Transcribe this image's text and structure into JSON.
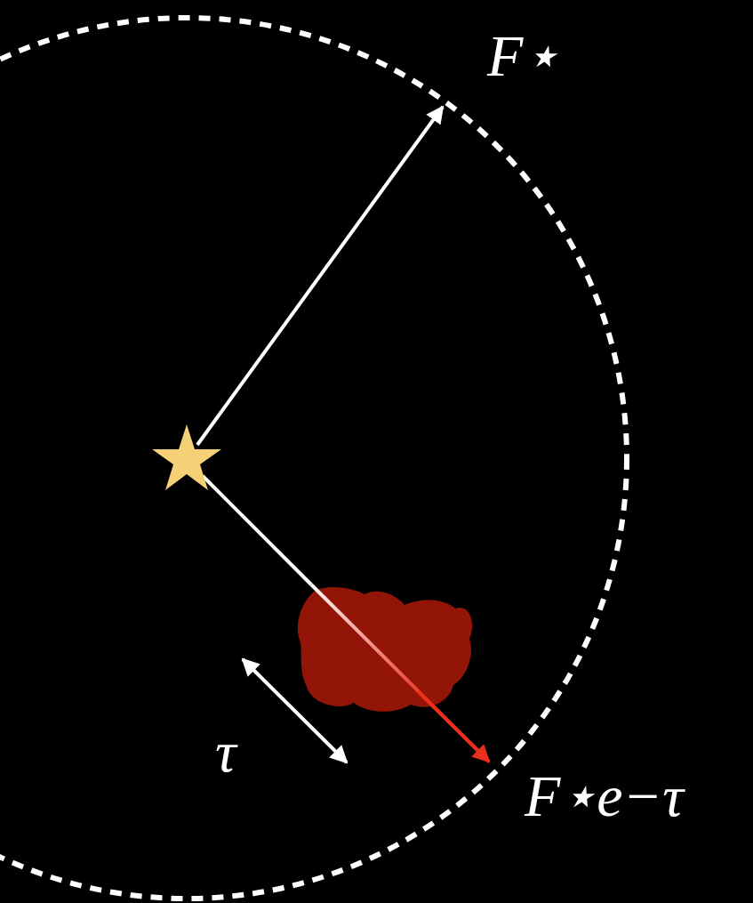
{
  "diagram": {
    "labels": [
      "F⋆",
      "τ",
      "F⋆e−τ"
    ]
  }
}
